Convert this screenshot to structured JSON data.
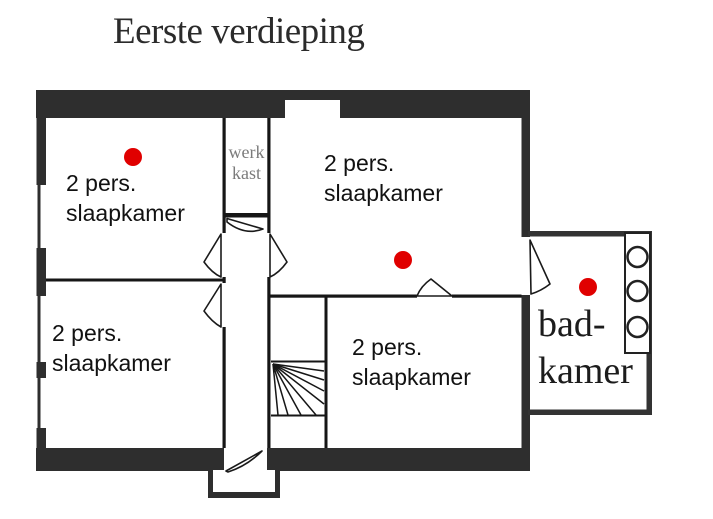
{
  "title": "Eerste verdieping",
  "colors": {
    "wall": "#2e2e2e",
    "marker_dot": "#e00000",
    "closet_text": "#7b7b7b",
    "label_text": "#111111"
  },
  "rooms": {
    "bedroom_top_left": {
      "line1": "2 pers.",
      "line2": "slaapkamer",
      "marker": true
    },
    "bedroom_top_right": {
      "line1": "2 pers.",
      "line2": "slaapkamer",
      "marker": true
    },
    "bedroom_bottom_left": {
      "line1": "2 pers.",
      "line2": "slaapkamer",
      "marker": false
    },
    "bedroom_bottom_right": {
      "line1": "2 pers.",
      "line2": "slaapkamer",
      "marker": false
    },
    "closet": {
      "line1": "werk",
      "line2": "kast"
    },
    "bathroom": {
      "line1": "bad-",
      "line2": "kamer",
      "marker": true
    }
  }
}
